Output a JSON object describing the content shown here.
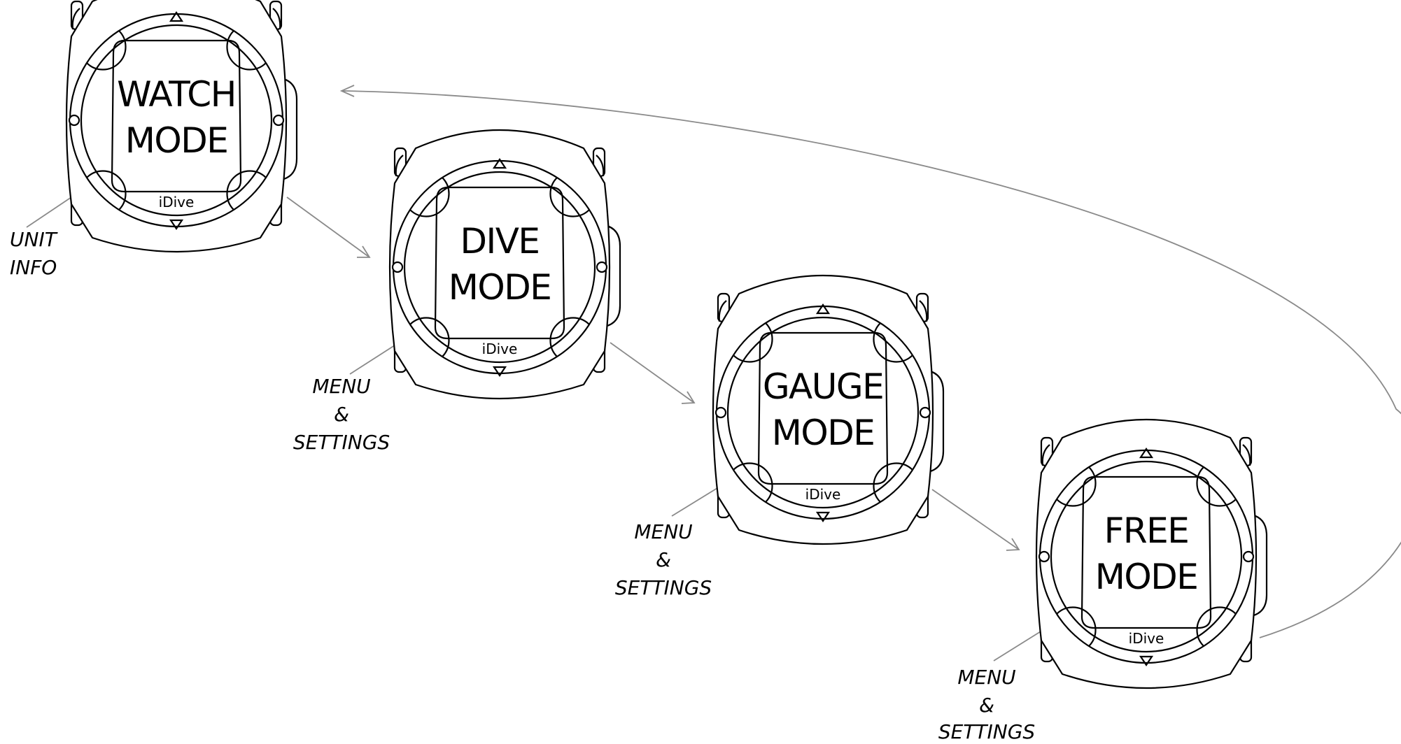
{
  "watches": [
    {
      "mode_line1": "WATCH",
      "mode_line2": "MODE",
      "brand": "iDive"
    },
    {
      "mode_line1": "DIVE",
      "mode_line2": "MODE",
      "brand": "iDive"
    },
    {
      "mode_line1": "GAUGE",
      "mode_line2": "MODE",
      "brand": "iDive"
    },
    {
      "mode_line1": "FREE",
      "mode_line2": "MODE",
      "brand": "iDive"
    }
  ],
  "notes": [
    {
      "lines": [
        "UNIT",
        "INFO"
      ]
    },
    {
      "lines": [
        "MENU",
        "&",
        "SETTINGS"
      ]
    },
    {
      "lines": [
        "MENU",
        "&",
        "SETTINGS"
      ]
    },
    {
      "lines": [
        "MENU",
        "&",
        "SETTINGS"
      ]
    }
  ]
}
